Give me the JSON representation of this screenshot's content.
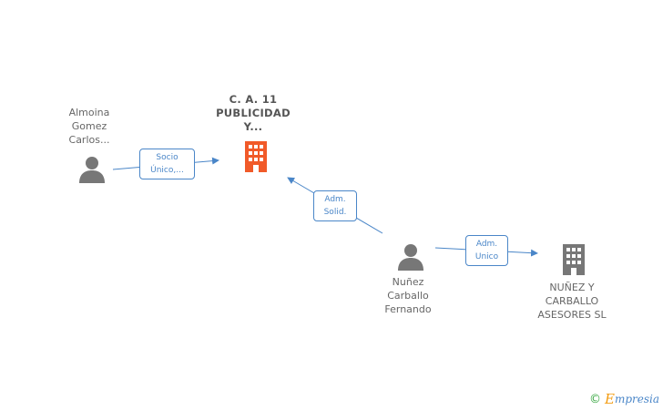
{
  "nodes": {
    "main_company": {
      "label": "C. A. 11\nPUBLICIDAD\nY...",
      "type": "company",
      "color": "#f15a29"
    },
    "person_almoina": {
      "label": "Almoina\nGomez\nCarlos...",
      "type": "person",
      "color": "#777777"
    },
    "person_nunez": {
      "label": "Nuñez\nCarballo\nFernando",
      "type": "person",
      "color": "#777777"
    },
    "company_nunez": {
      "label": "NUÑEZ Y\nCARBALLO\nASESORES SL",
      "type": "company",
      "color": "#777777"
    }
  },
  "edges": {
    "almoina_to_main": "Socio\nÚnico,...",
    "nunez_to_main": "Adm.\nSolid.",
    "nunez_to_company": "Adm.\nUnico"
  },
  "colors": {
    "edge": "#4a86c8",
    "accent": "#f15a29"
  },
  "brand": {
    "copyright": "©",
    "e": "E",
    "rest": "mpresia"
  }
}
